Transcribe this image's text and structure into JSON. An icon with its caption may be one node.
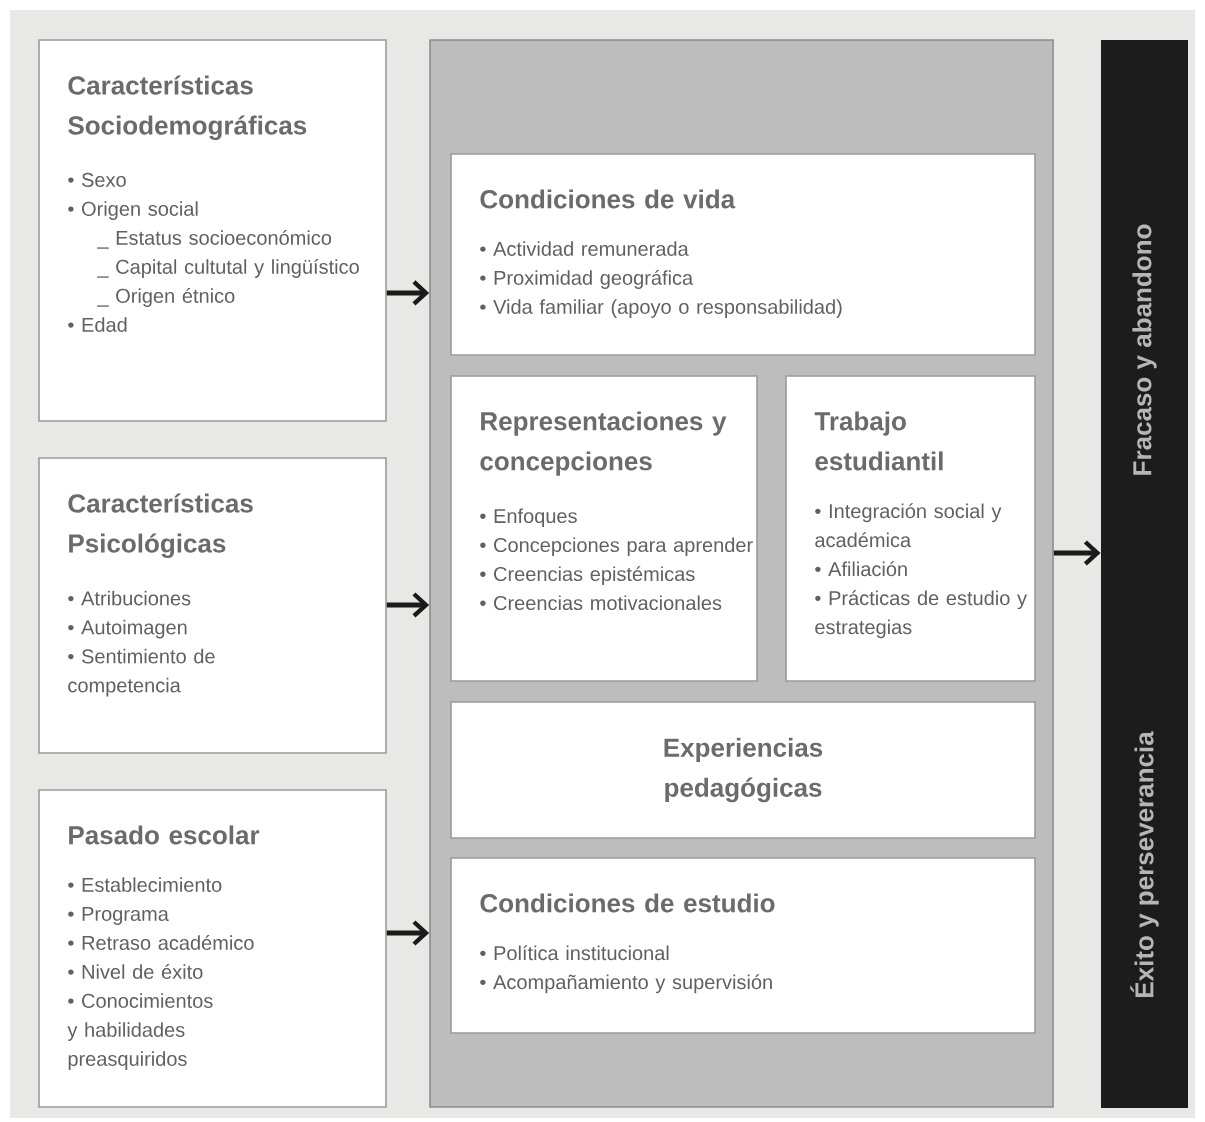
{
  "diagram": {
    "nodes": [
      {
        "text": [
          "Características Sociodemográficas",
          "• Sexo",
          "• Origen social",
          "_ Estatus socioeconómico",
          "_ Capital cultutal y lingüístico",
          "_ Origen étnico",
          "• Edad"
        ]
      },
      {
        "text": [
          "Características Psicológicas",
          "• Atribuciones",
          "• Autoimagen",
          "• Sentimiento de competencia"
        ]
      },
      {
        "text": [
          "Pasado escolar",
          "• Establecimiento",
          "• Programa",
          "• Retraso académico",
          "• Nivel de éxito",
          "• Conocimientos y habilidades preasquiridos"
        ]
      },
      {
        "text": [],
        "shape": "box"
      },
      {
        "text": [
          "Condiciones de vida",
          "• Actividad remunerada",
          "• Proximidad geográfica",
          "• Vida familiar (apoyo o responsabilidad)"
        ],
        "in": 3
      },
      {
        "text": [
          "Representaciones y concepciones",
          "• Enfoques",
          "• Concepciones para aprender",
          "• Creencias epistémicas",
          "• Creencias motivacionales"
        ],
        "in": 3
      },
      {
        "text": [
          "Trabajo estudiantil",
          "• Integración social y académica",
          "• Afiliación",
          "• Prácticas de estudio y estrategias"
        ],
        "in": 3
      },
      {
        "text": [
          "Experiencias pedagógicas"
        ],
        "in": 3
      },
      {
        "text": [
          "Condiciones de estudio",
          "• Política institucional",
          "• Acompañamiento y supervisión"
        ],
        "in": 3
      },
      {
        "text": [
          "Fracaso y abandono",
          "Éxito y perseverancia"
        ]
      }
    ],
    "edges": [
      {
        "from": 0,
        "to": 3,
        "arrow": "to"
      },
      {
        "from": 1,
        "to": 3,
        "arrow": "to"
      },
      {
        "from": 2,
        "to": 3,
        "arrow": "to"
      },
      {
        "from": 3,
        "to": 9,
        "arrow": "to"
      }
    ]
  }
}
